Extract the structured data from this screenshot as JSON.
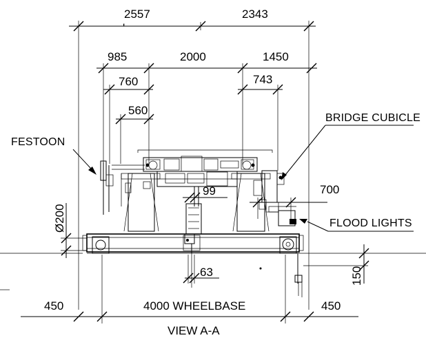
{
  "dimensions": {
    "d2557": "2557",
    "d2343": "2343",
    "d985": "985",
    "d2000": "2000",
    "d1450": "1450",
    "d760": "760",
    "d743": "743",
    "d560": "560",
    "d99": "99",
    "d700": "700",
    "d200": "Ø200",
    "d63": "63",
    "d150": "150",
    "d450_left": "450",
    "wheelbase": "4000 WHEELBASE",
    "d450_right": "450"
  },
  "labels": {
    "festoon": "FESTOON",
    "bridge_cubicle": "BRIDGE CUBICLE",
    "flood_lights": "FLOOD LIGHTS"
  },
  "title": "VIEW A-A"
}
